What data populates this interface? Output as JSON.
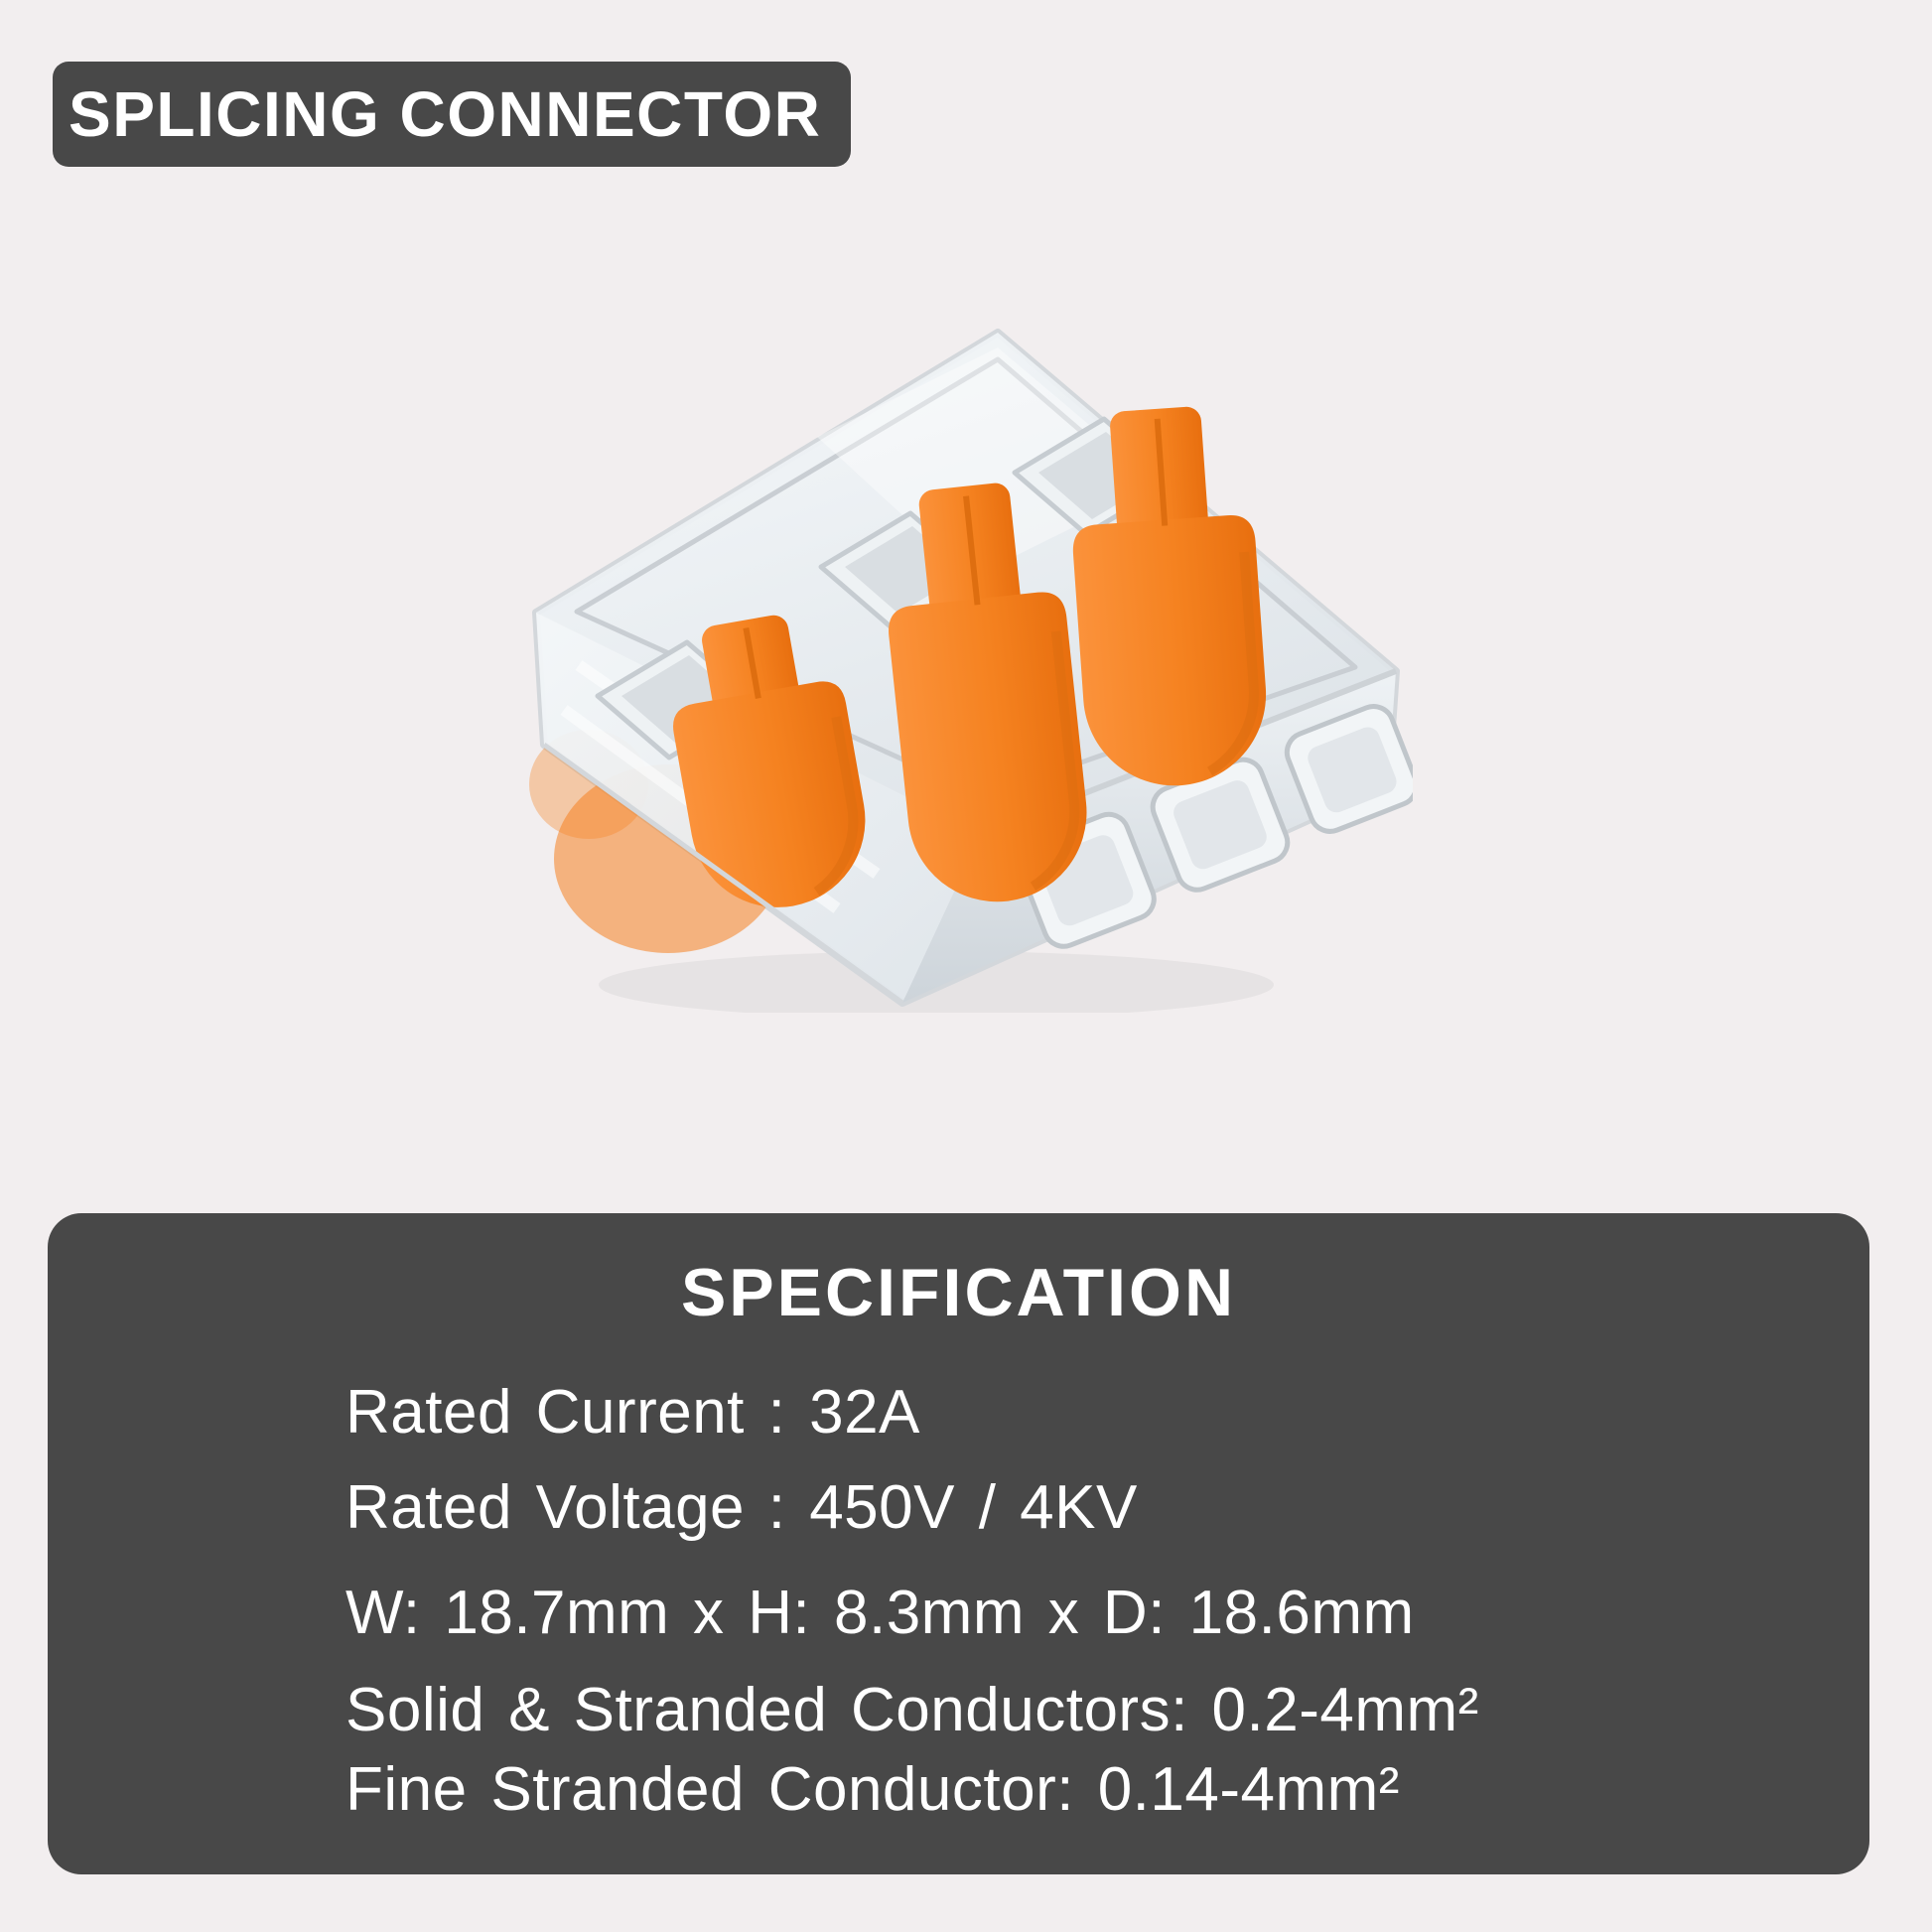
{
  "page": {
    "background_color": "#f2eeef",
    "accent_color": "#f58220",
    "dark_color": "#484848"
  },
  "badge": {
    "label": "SPLICING CONNECTOR"
  },
  "product": {
    "description": "transparent 3-pole splicing connector with orange levers",
    "lever_count": 3,
    "lever_color": "#f58220"
  },
  "spec_panel": {
    "title": "SPECIFICATION",
    "lines": [
      "Rated Current : 32A",
      "Rated Voltage : 450V / 4KV",
      "W: 18.7mm x H: 8.3mm x D: 18.6mm",
      "Solid & Stranded Conductors: 0.2-4mm²",
      "Fine Stranded Conductor: 0.14-4mm²"
    ]
  }
}
